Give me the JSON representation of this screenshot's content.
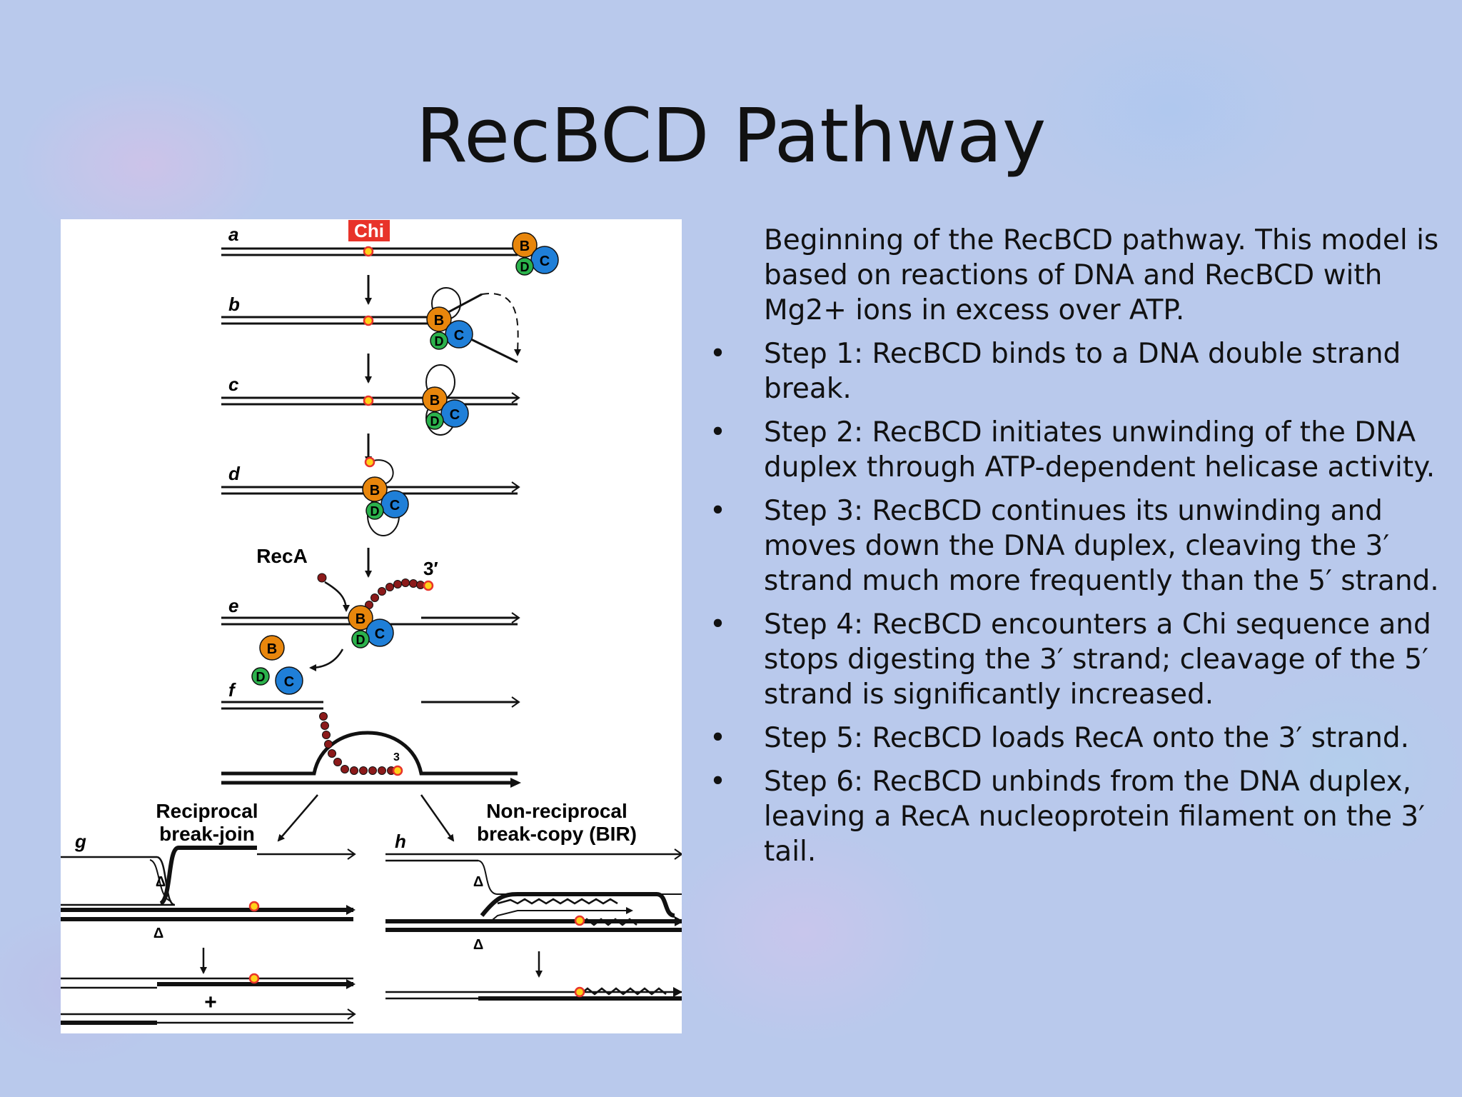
{
  "slide": {
    "title": "RecBCD Pathway",
    "intro": "Beginning of the RecBCD pathway. This model is based on reactions of DNA and RecBCD with Mg2+ ions in excess over ATP.",
    "bullets": [
      "Step 1: RecBCD binds to a DNA double strand break.",
      "Step 2: RecBCD initiates unwinding of the DNA duplex through ATP-dependent helicase activity.",
      "Step 3: RecBCD continues its unwinding and moves down the DNA duplex, cleaving the 3′ strand much more frequently than the 5′ strand.",
      "Step 4: RecBCD encounters a Chi sequence and stops digesting the 3′ strand; cleavage of the 5′ strand is significantly increased.",
      "Step 5: RecBCD loads RecA onto the 3′ strand.",
      "Step 6: RecBCD unbinds from the DNA duplex, leaving a RecA nucleoprotein filament on the 3′ tail."
    ]
  },
  "figure": {
    "chi_label": "Chi",
    "panel_labels": [
      "a",
      "b",
      "c",
      "d",
      "e",
      "f",
      "g",
      "h"
    ],
    "subunits": {
      "b": "B",
      "c": "C",
      "d": "D"
    },
    "reca_label": "RecA",
    "three_prime": "3′",
    "three_small": "3",
    "plus": "+",
    "delta": "Δ",
    "reciprocal_title": "Reciprocal",
    "reciprocal_sub": "break-join",
    "nonreciprocal_title": "Non-reciprocal",
    "nonreciprocal_sub": "break-copy (BIR)",
    "colors": {
      "chi_box": "#e8332a",
      "b_subunit": "#e8860c",
      "c_subunit": "#1f7fd8",
      "d_subunit": "#2bb24c",
      "reca_bead": "#8b1a1a",
      "chi_site": "#ffd21a"
    }
  }
}
